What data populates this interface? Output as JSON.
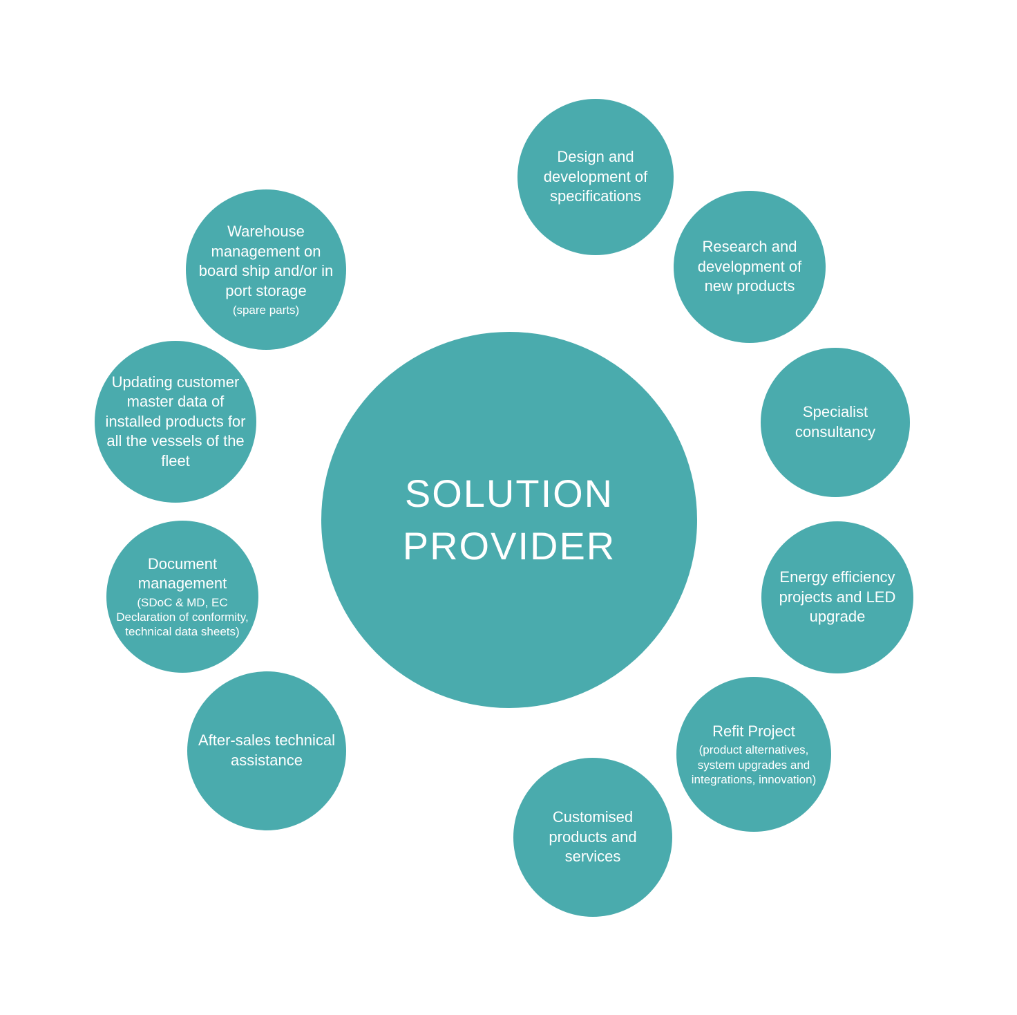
{
  "title": "Solution provider diagram",
  "colors": {
    "circle_fill": "#4aabad",
    "text": "#ffffff",
    "background": "#ffffff"
  },
  "center": {
    "line1": "SOLUTION",
    "line2": "PROVIDER"
  },
  "satellites": [
    {
      "id": "design-development-of-specifications",
      "main": "Design and development of specifications",
      "sub": ""
    },
    {
      "id": "research-development-new-products",
      "main": "Research and development of new products",
      "sub": ""
    },
    {
      "id": "specialist-consultancy",
      "main": "Specialist consultancy",
      "sub": ""
    },
    {
      "id": "energy-efficiency-led-upgrade",
      "main": "Energy efficiency projects and LED upgrade",
      "sub": ""
    },
    {
      "id": "refit-project",
      "main": "Refit Project",
      "sub": "(product alternatives, system upgrades and integrations, innovation)"
    },
    {
      "id": "customised-products-services",
      "main": "Customised products and services",
      "sub": ""
    },
    {
      "id": "after-sales-technical-assistance",
      "main": "After-sales technical assistance",
      "sub": ""
    },
    {
      "id": "document-management",
      "main": "Document management",
      "sub": "(SDoC & MD, EC Declaration of conformity, technical data sheets)"
    },
    {
      "id": "updating-customer-master-data",
      "main": "Updating customer master data of installed products for all the vessels of the fleet",
      "sub": ""
    },
    {
      "id": "warehouse-management",
      "main": "Warehouse management on board ship and/or in port storage",
      "sub": "(spare parts)"
    }
  ]
}
